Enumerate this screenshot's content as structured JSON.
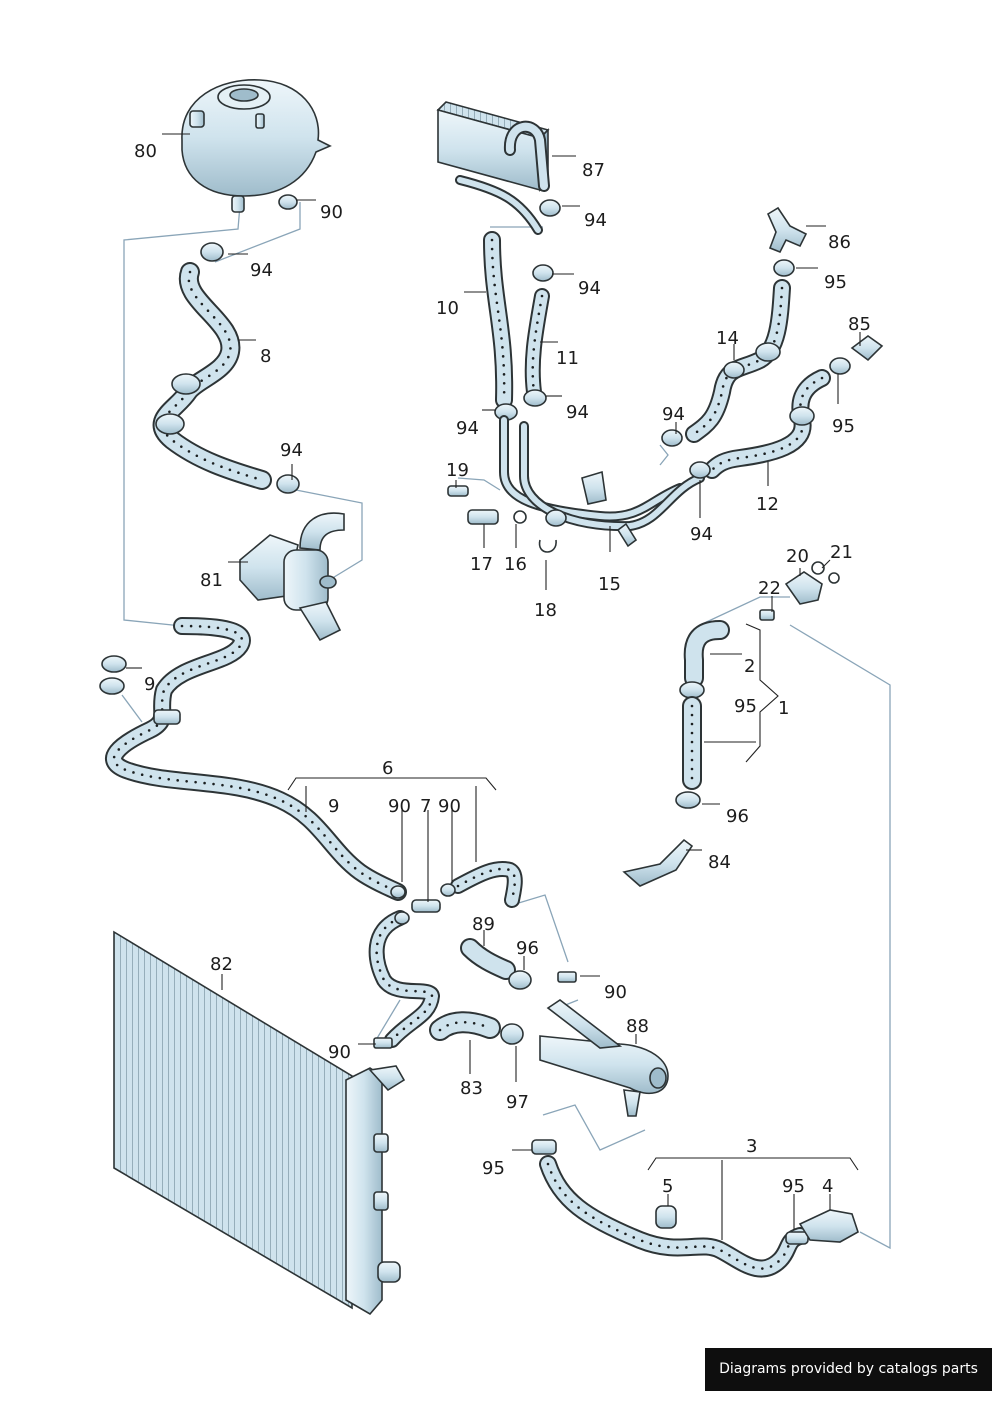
{
  "colors": {
    "part_fill": "#cfe3ed",
    "part_shade": "#9fbccb",
    "outline": "#2d3436",
    "guide_line": "#8aa5b8",
    "footer_bg": "#0e0e0e",
    "footer_text": "#ffffff"
  },
  "labels": {
    "l80": "80",
    "l90a": "90",
    "l94a": "94",
    "l8": "8",
    "l94b": "94",
    "l81": "81",
    "l9a": "9",
    "l87": "87",
    "l94c": "94",
    "l94d": "94",
    "l10": "10",
    "l11": "11",
    "l94e": "94",
    "l94f": "94",
    "l86": "86",
    "l95a": "95",
    "l14": "14",
    "l85": "85",
    "l94g": "94",
    "l95b": "95",
    "l12": "12",
    "l94h": "94",
    "l19": "19",
    "l17": "17",
    "l16": "16",
    "l18": "18",
    "l15": "15",
    "l20": "20",
    "l21": "21",
    "l22": "22",
    "l2": "2",
    "l95c": "95",
    "l1": "1",
    "l96a": "96",
    "l84": "84",
    "l6": "6",
    "l9b": "9",
    "l90b": "90",
    "l7": "7",
    "l90c": "90",
    "l82": "82",
    "l89": "89",
    "l96b": "96",
    "l90d": "90",
    "l88": "88",
    "l90e": "90",
    "l83": "83",
    "l97": "97",
    "l3": "3",
    "l95d": "95",
    "l5": "5",
    "l95e": "95",
    "l4": "4"
  },
  "footer": {
    "text": "Diagrams provided by catalogs parts"
  }
}
